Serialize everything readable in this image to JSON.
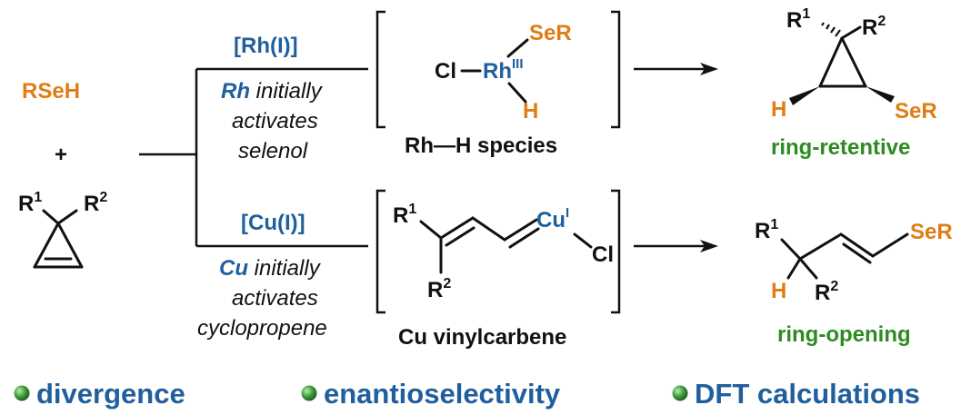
{
  "reactants": {
    "selenol": "RSeH",
    "plus": "+"
  },
  "top_path": {
    "catalyst": "[Rh(I)]",
    "note_metal": "Rh",
    "note_line1": " initially",
    "note_line2": "activates",
    "note_line3": "selenol",
    "intermediate_label": "Rh—H species",
    "product_label": "ring-retentive"
  },
  "bottom_path": {
    "catalyst": "[Cu(I)]",
    "note_metal": "Cu",
    "note_line1": " initially",
    "note_line2": "activates",
    "note_line3": "cyclopropene",
    "intermediate_label": "Cu vinylcarbene",
    "product_label": "ring-opening"
  },
  "atoms": {
    "R1": "R",
    "R2": "R",
    "sup1": "1",
    "sup2": "2",
    "Cl": "Cl",
    "Rh": "Rh",
    "RhOx": "III",
    "Cu": "Cu",
    "CuOx": "I",
    "H": "H",
    "SeR": "SeR"
  },
  "highlights": [
    "divergence",
    "enantioselectivity",
    "DFT calculations"
  ],
  "colors": {
    "orange": "#e07d14",
    "blue": "#1f5f9e",
    "green": "#2e8b22",
    "bullet": "#3c9a3c"
  }
}
